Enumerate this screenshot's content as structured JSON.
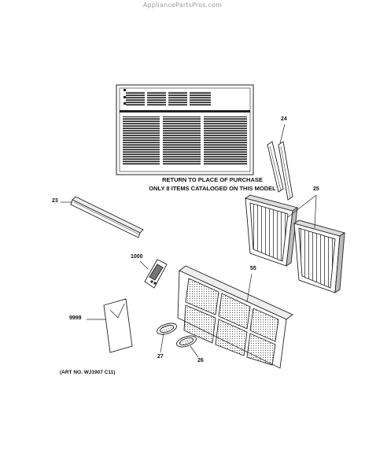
{
  "watermark": "AppliancePartsPros.com",
  "notice": {
    "line1": "RETURN TO PLACE OF PURCHASE",
    "line2": "ONLY 8 ITEMS CATALOGED ON THIS MODEL"
  },
  "callouts": {
    "p24": "24",
    "p25": "25",
    "p23": "23",
    "p1000": "1000",
    "p55": "55",
    "p9999": "9999",
    "p27": "27",
    "p26": "26"
  },
  "art_number": "(ART NO. WJ1907 C11)"
}
